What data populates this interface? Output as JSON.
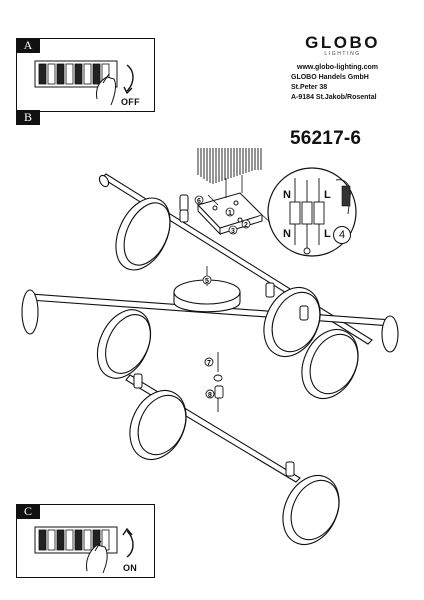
{
  "sections": {
    "a": {
      "label": "A",
      "switch_text": "OFF"
    },
    "b": {
      "label": "B"
    },
    "c": {
      "label": "C",
      "switch_text": "ON"
    }
  },
  "brand": {
    "logo": "GLOBO",
    "tagline": "LIGHTING",
    "website": "www.globo-lighting.com",
    "company": "GLOBO Handels GmbH",
    "street": "St.Peter 38",
    "city": "A-9184 St.Jakob/Rosental"
  },
  "model_number": "56217-6",
  "callout": {
    "wire_n": "N",
    "wire_l": "L",
    "step": "4"
  }
}
